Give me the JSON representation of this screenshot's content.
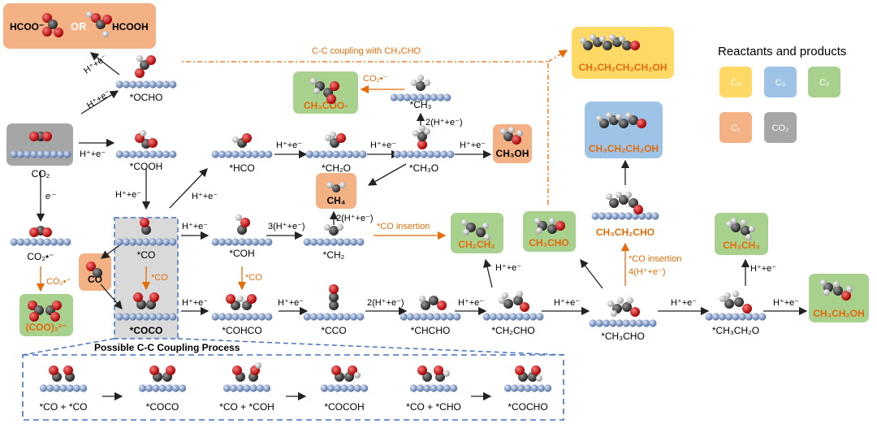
{
  "legend": {
    "title": "Reactants and products",
    "items": [
      {
        "label": "C₄",
        "color": "#ffd966"
      },
      {
        "label": "C₃",
        "color": "#9dc3e6"
      },
      {
        "label": "C₂",
        "color": "#a9d18e"
      },
      {
        "label": "C₁",
        "color": "#f4b183"
      },
      {
        "label": "CO₂",
        "color": "#a6a6a6"
      }
    ]
  },
  "top_box": {
    "formate_ion": "HCOO⁻",
    "or": "OR",
    "formic_acid": "HCOOH"
  },
  "coupling_title": "C-C coupling with CH₃CHO",
  "possible_title": "Possible C-C Coupling Process",
  "intermediates": {
    "co2": "CO₂",
    "co2_anion": "CO₂•⁻",
    "ocho": "*OCHO",
    "cooh": "*COOH",
    "co": "*CO",
    "coco": "*COCO",
    "hco": "*HCO",
    "coh": "*COH",
    "cohco": "*COHCO",
    "ch2o": "*CH₂O",
    "ch2": "*CH₂",
    "cco": "*CCO",
    "ch3o": "*CH₃O",
    "ch3": "*CH₃",
    "chcho": "*CHCHO",
    "ch2cho": "*CH₂CHO",
    "ch3cho": "*CH₃CHO",
    "ch3ch2o": "*CH₃CH₂O"
  },
  "products": {
    "co": "CO",
    "oxalate": "(COO)₂²⁻",
    "acetate": "CH₃COO-",
    "methane": "CH₄",
    "methanol": "CH₃OH",
    "ethylene": "CH₂CH₂",
    "acetaldehyde": "CH₃CHO",
    "propanal": "CH₃CH₂CHO",
    "propanol": "CH₃CH₂CH₂OH",
    "butanol": "CH₃CH₂CH₂CH₂OH",
    "ethane": "CH₃CH₃",
    "ethanol": "CH₃CH₂OH"
  },
  "steps": {
    "h_e": "H⁺+e⁻",
    "e": "e⁻",
    "co2_anion": "CO₂•⁻",
    "star_co": "*CO",
    "three_h_e": "3(H⁺+e⁻)",
    "two_h_e": "2(H⁺+e⁻)",
    "co_insertion": "*CO insertion",
    "four_h_e": "4(H⁺+e⁻)"
  },
  "coupling_process": [
    {
      "left": "*CO + *CO",
      "right": "*COCO"
    },
    {
      "left": "*CO + *COH",
      "right": "*COCOH"
    },
    {
      "left": "*CO + *CHO",
      "right": "*COCHO"
    }
  ],
  "colors": {
    "c1": "#f4b183",
    "c2": "#a9d18e",
    "c3": "#9dc3e6",
    "c4": "#ffd966",
    "co2": "#a6a6a6",
    "orange": "#e46c0a",
    "blue_dash": "#4472c4"
  },
  "icons": [
    "surface-atom",
    "carbon-atom",
    "oxygen-atom",
    "hydrogen-atom"
  ]
}
